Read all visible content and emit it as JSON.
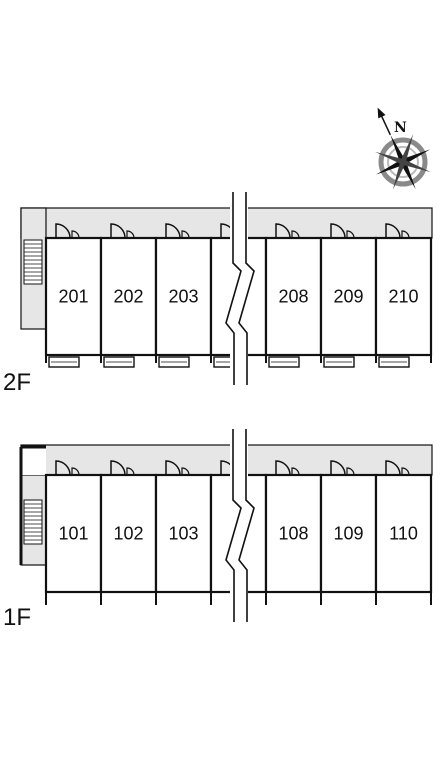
{
  "compass": {
    "north_label": "N",
    "icon": "compass-rose-icon"
  },
  "floors": [
    {
      "id": "2f",
      "label": "2F",
      "units": [
        "201",
        "202",
        "203",
        "",
        "208",
        "209",
        "210"
      ]
    },
    {
      "id": "1f",
      "label": "1F",
      "units": [
        "101",
        "102",
        "103",
        "",
        "108",
        "109",
        "110"
      ]
    }
  ],
  "colors": {
    "line": "#111111",
    "corridor": "#e6e6e6",
    "compass_ring": "#888888"
  }
}
